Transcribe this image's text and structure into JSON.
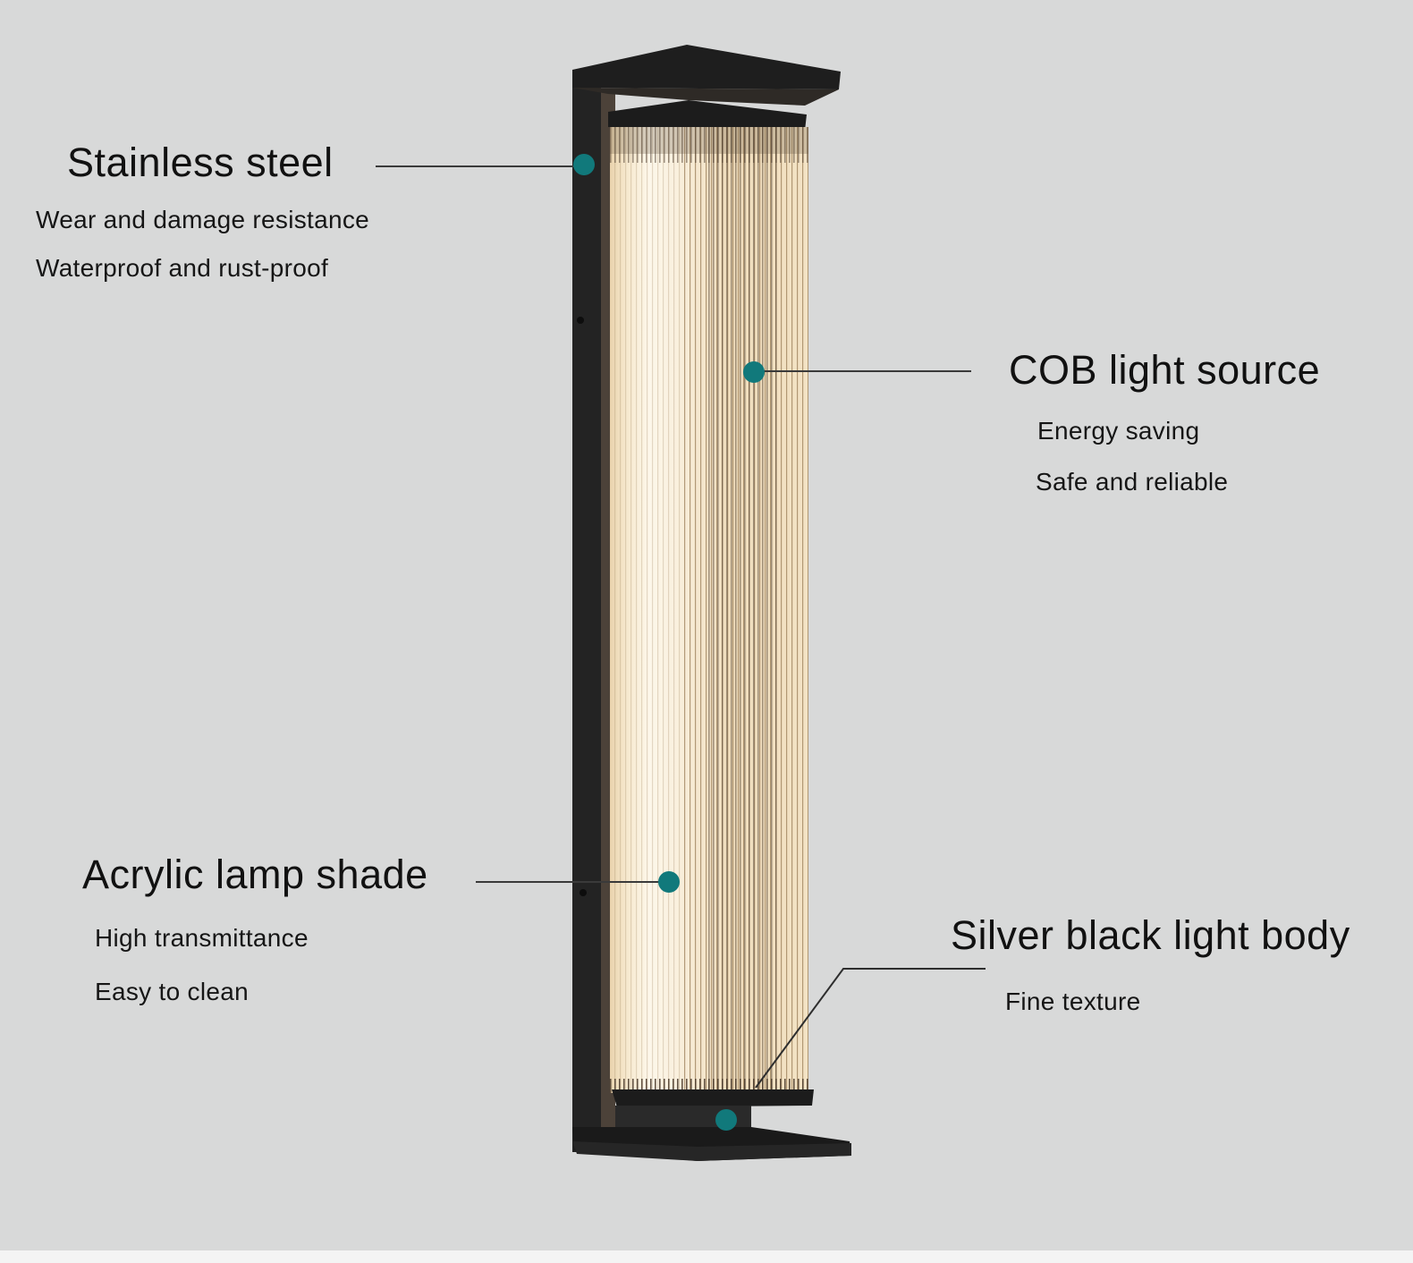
{
  "diagram": {
    "subject": "Wall lamp product feature diagram",
    "accent_color": "#11797b",
    "background_color": "#d8d9d9",
    "callouts": [
      {
        "id": "stainless-steel",
        "title": "Stainless steel",
        "features": [
          "Wear and damage resistance",
          "Waterproof and rust-proof"
        ]
      },
      {
        "id": "cob-light-source",
        "title": "COB light source",
        "features": [
          "Energy saving",
          "Safe and reliable"
        ]
      },
      {
        "id": "acrylic-lamp-shade",
        "title": "Acrylic lamp shade",
        "features": [
          "High transmittance",
          "Easy to clean"
        ]
      },
      {
        "id": "silver-black-light-body",
        "title": "Silver black light body",
        "features": [
          "Fine texture"
        ]
      }
    ]
  }
}
